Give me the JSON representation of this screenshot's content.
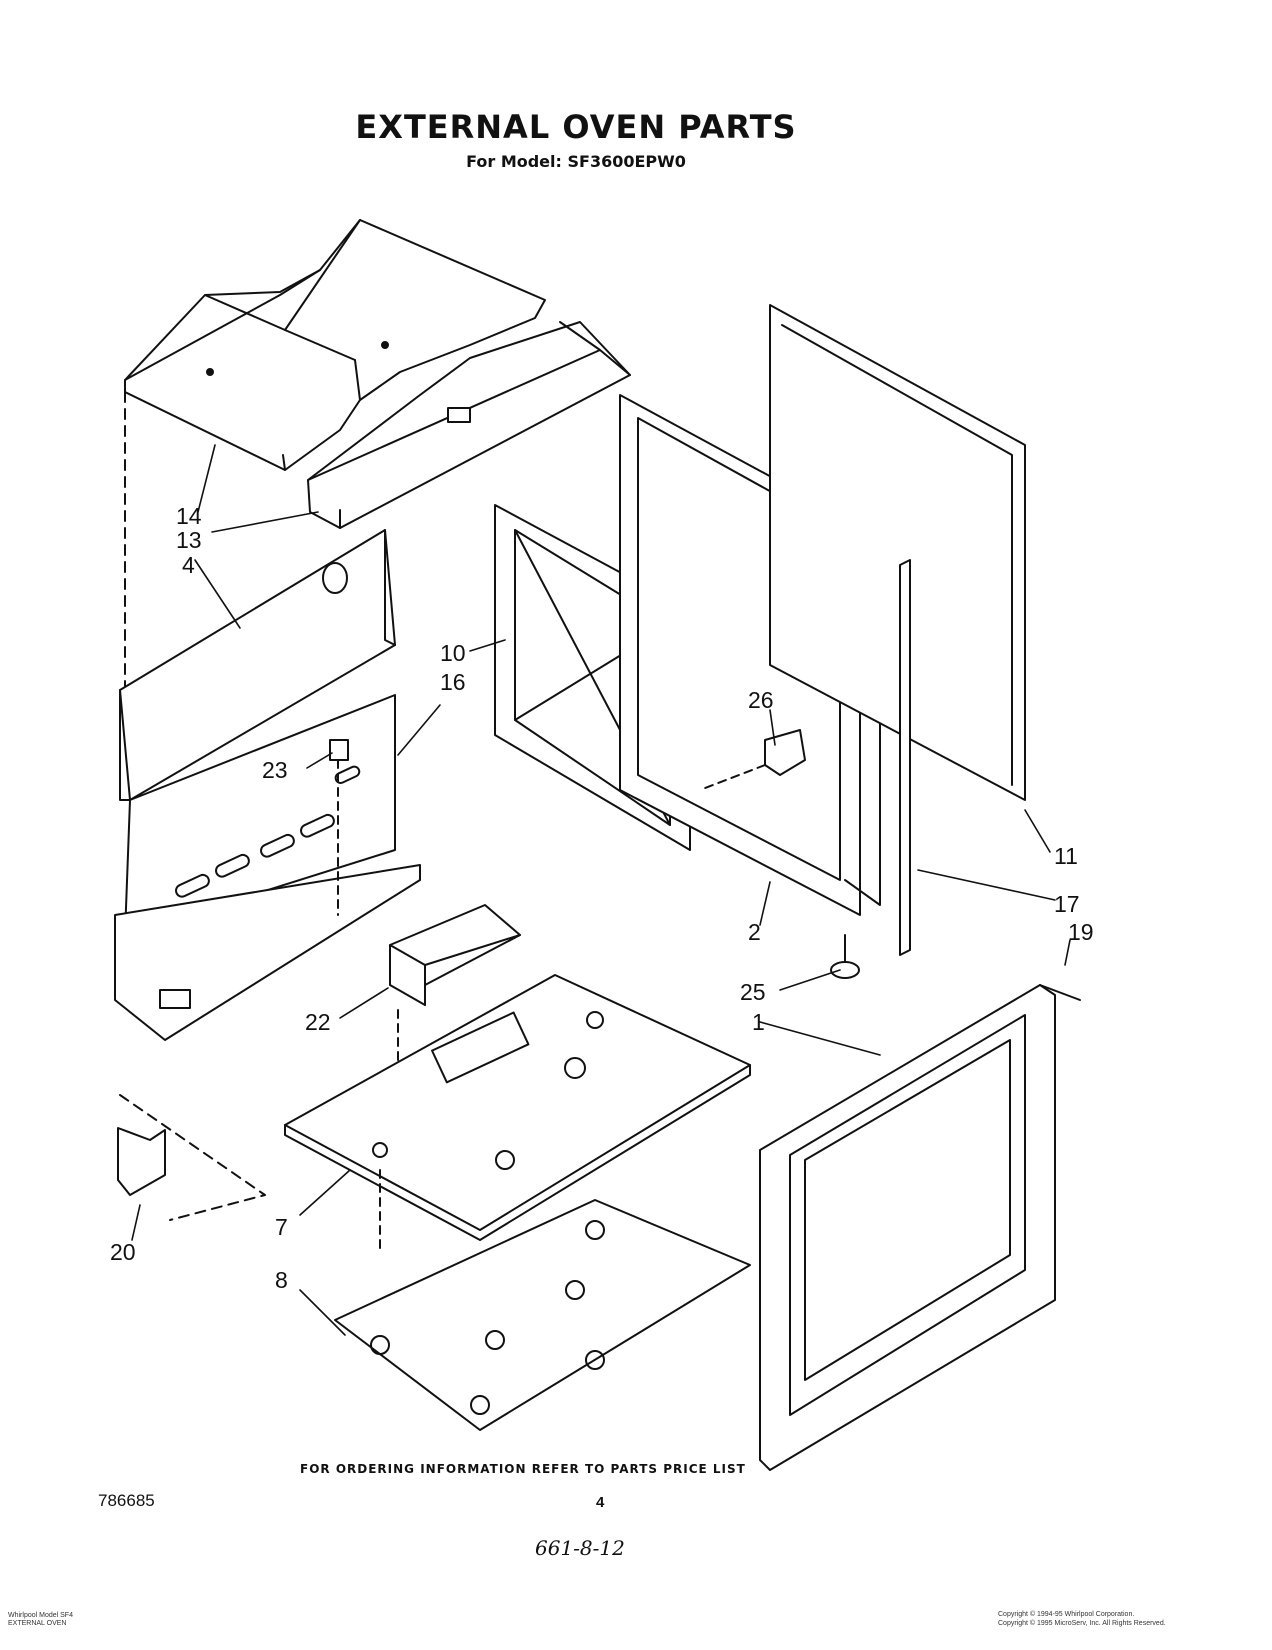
{
  "header": {
    "title": "EXTERNAL OVEN PARTS",
    "subtitle": "For Model: SF3600EPW0"
  },
  "callouts": [
    {
      "id": "14",
      "label": "14"
    },
    {
      "id": "13",
      "label": "13"
    },
    {
      "id": "4",
      "label": "4"
    },
    {
      "id": "10",
      "label": "10"
    },
    {
      "id": "16",
      "label": "16"
    },
    {
      "id": "26",
      "label": "26"
    },
    {
      "id": "23",
      "label": "23"
    },
    {
      "id": "2",
      "label": "2"
    },
    {
      "id": "11",
      "label": "11"
    },
    {
      "id": "17",
      "label": "17"
    },
    {
      "id": "19",
      "label": "19"
    },
    {
      "id": "25",
      "label": "25"
    },
    {
      "id": "1",
      "label": "1"
    },
    {
      "id": "22",
      "label": "22"
    },
    {
      "id": "7",
      "label": "7"
    },
    {
      "id": "8",
      "label": "8"
    },
    {
      "id": "20",
      "label": "20"
    }
  ],
  "footer": {
    "order_note": "FOR ORDERING INFORMATION REFER TO PARTS PRICE LIST",
    "code": "786685",
    "page": "4",
    "handwritten": "661-8-12",
    "source_line1": "Whirlpool Model SF4",
    "source_line2": "EXTERNAL OVEN",
    "copyright_line1": "Copyright © 1994-95 Whirlpool Corporation.",
    "copyright_line2": "Copyright © 1995 MicroServ, Inc. All Rights Reserved."
  }
}
